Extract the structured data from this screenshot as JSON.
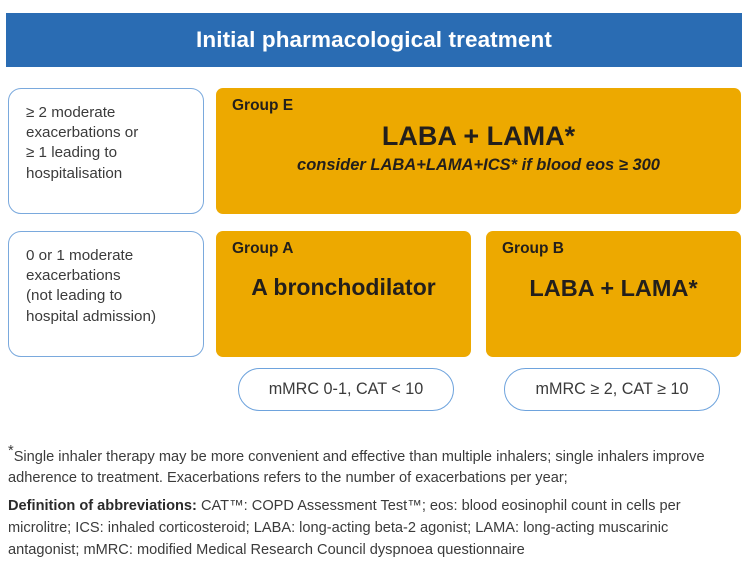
{
  "header": {
    "title": "Initial pharmacological treatment",
    "bar_color": "#2a6cb3",
    "text_color": "#ffffff"
  },
  "colors": {
    "header_blue": "#2a6cb3",
    "group_orange": "#eda900",
    "box_border_blue": "#7aa9dd",
    "pill_border_blue": "#6ea3dd",
    "body_text": "#3b3b3b",
    "group_text": "#231f1c"
  },
  "criteria": [
    {
      "id": "criteria-high",
      "lines": [
        "≥ 2 moderate",
        "exacerbations or",
        "≥ 1 leading to",
        "hospitalisation"
      ]
    },
    {
      "id": "criteria-low",
      "lines": [
        "0 or 1 moderate",
        "exacerbations",
        "(not leading to",
        "hospital admission)"
      ]
    }
  ],
  "groups": [
    {
      "id": "group-E",
      "label": "Group E",
      "main": "LABA + LAMA*",
      "sub": "consider LABA+LAMA+ICS* if blood eos ≥ 300"
    },
    {
      "id": "group-A",
      "label": "Group A",
      "main": "A bronchodilator",
      "sub": ""
    },
    {
      "id": "group-B",
      "label": "Group B",
      "main": "LABA + LAMA*",
      "sub": ""
    }
  ],
  "pills": [
    {
      "id": "pill-a",
      "label": "mMRC 0-1, CAT < 10"
    },
    {
      "id": "pill-b",
      "label": "mMRC ≥ 2, CAT ≥ 10"
    }
  ],
  "footnote": {
    "marker": "*",
    "text": "Single inhaler therapy may be more convenient and effective than multiple inhalers; single inhalers improve adherence to treatment. Exacerbations refers to the number of exacerbations per year;"
  },
  "abbreviations": {
    "title": "Definition of abbreviations:",
    "text": " CAT™: COPD Assessment Test™; eos: blood eosinophil count in cells per microlitre; ICS: inhaled corticosteroid; LABA: long-acting beta-2 agonist; LAMA: long-acting muscarinic antagonist; mMRC: modified Medical Research Council dyspnoea questionnaire"
  }
}
